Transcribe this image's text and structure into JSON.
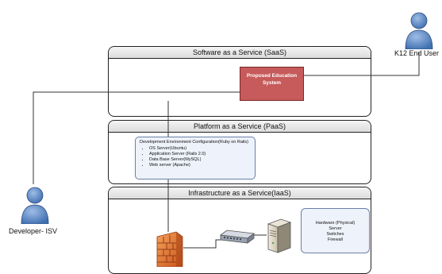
{
  "layers": {
    "saas_title": "Software as a Service (SaaS)",
    "paas_title": "Platform as a Service (PaaS)",
    "iaas_title": "Infrastructure as a Service(IaaS)"
  },
  "saas": {
    "box_line1": "Proposed Education",
    "box_line2": "System"
  },
  "paas": {
    "config_title": "Development Environment Configuration(Ruby on Rails)",
    "items": [
      "OS Server(Ubuntu)",
      "Application Server (Rails 2.0)",
      "Data Base Server(MySQL)",
      "Web server (Apache)"
    ]
  },
  "iaas": {
    "hw_line1": "Hardware (Physical)",
    "hw_line2": "Server",
    "hw_line3": "Switches",
    "hw_line4": "Firewall"
  },
  "actors": {
    "end_user": "K12 End User",
    "developer": "Developer- ISV"
  },
  "icons": {
    "user": "user-icon",
    "firewall": "firewall-icon",
    "switch": "network-switch-icon",
    "server": "server-icon"
  },
  "colors": {
    "system_box": "#c75a5a",
    "actor_blue": "#5b87c5",
    "info_box": "#eef2fa"
  }
}
